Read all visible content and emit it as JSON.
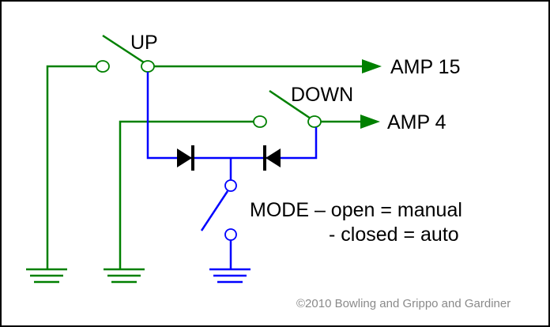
{
  "diagram": {
    "type": "circuit-schematic",
    "colors": {
      "green_wire": "#008000",
      "blue_wire": "#0000ff",
      "diode": "#000000",
      "text": "#000000",
      "copyright": "#8a8a8a",
      "border": "#000000"
    },
    "labels": {
      "up_switch": "UP",
      "down_switch": "DOWN",
      "amp15_output": "AMP 15",
      "amp4_output": "AMP 4",
      "mode_line1": "MODE – open = manual",
      "mode_line2": "- closed = auto",
      "copyright": "©2010 Bowling and Grippo and Gardiner"
    },
    "components": [
      {
        "id": "up-switch",
        "kind": "spst-switch",
        "state": "open",
        "label": "UP"
      },
      {
        "id": "down-switch",
        "kind": "spst-switch",
        "state": "open",
        "label": "DOWN"
      },
      {
        "id": "mode-switch",
        "kind": "spst-switch",
        "state": "open",
        "label": "MODE"
      },
      {
        "id": "diode-left",
        "kind": "diode",
        "direction": "right"
      },
      {
        "id": "diode-right",
        "kind": "diode",
        "direction": "left"
      },
      {
        "id": "ground-1",
        "kind": "ground"
      },
      {
        "id": "ground-2",
        "kind": "ground"
      },
      {
        "id": "ground-3",
        "kind": "ground"
      },
      {
        "id": "arrow-amp15",
        "kind": "output-arrow",
        "target": "AMP 15"
      },
      {
        "id": "arrow-amp4",
        "kind": "output-arrow",
        "target": "AMP 4"
      }
    ]
  }
}
